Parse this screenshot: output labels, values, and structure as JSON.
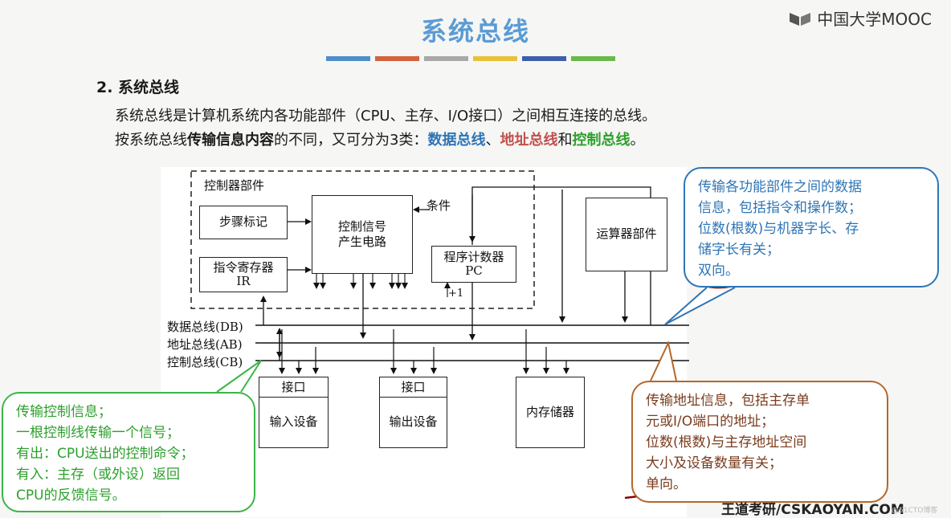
{
  "slide": {
    "title": "系统总线",
    "logo_text": "中国大学MOOC",
    "title_bar_colors": [
      "#4f8fc9",
      "#d2633c",
      "#a8a8a8",
      "#e8c13a",
      "#3e5fa8",
      "#6ab94b"
    ]
  },
  "content": {
    "section_heading": "2. 系统总线",
    "para1": "系统总线是计算机系统内各功能部件（CPU、主存、I/O接口）之间相互连接的总线。",
    "para2_prefix": "按系统总线",
    "para2_bold": "传输信息内容",
    "para2_mid": "的不同，又可分为3类：",
    "data_bus_term": "数据总线",
    "sep1": "、",
    "addr_bus_term": "地址总线",
    "sep2": "和",
    "ctrl_bus_term": "控制总线",
    "end": "。"
  },
  "diagram": {
    "controller_label": "控制器部件",
    "step_marker": "步骤标记",
    "ctrl_signal_line1": "控制信号",
    "ctrl_signal_line2": "产生电路",
    "condition": "条件",
    "ir_line1": "指令寄存器",
    "ir_line2": "IR",
    "pc_line1": "程序计数器",
    "pc_line2": "PC",
    "plus_one": "+1",
    "alu": "运算器部件",
    "db_label": "数据总线(DB)",
    "ab_label": "地址总线(AB)",
    "cb_label": "控制总线(CB)",
    "interface": "接口",
    "input_device": "输入设备",
    "output_device": "输出设备",
    "memory": "内存储器"
  },
  "callouts": {
    "data": [
      "传输各功能部件之间的数据",
      "信息，包括指令和操作数；",
      "位数(根数)与机器字长、存",
      "储字长有关；",
      "双向。"
    ],
    "address": [
      "传输地址信息，包括主存单",
      "元或I/O端口的地址；",
      "位数(根数)与主存地址空间",
      "大小及设备数量有关；",
      "单向。"
    ],
    "control": [
      "传输控制信息；",
      "一根控制线传输一个信号；",
      "有出：CPU送出的控制命令；",
      "有入：主存（或外设）返回",
      "CPU的反馈信号。"
    ]
  },
  "footer": {
    "brand": "王道考研/CSKAOYAN.COM",
    "watermark": "@51CTO博客"
  }
}
